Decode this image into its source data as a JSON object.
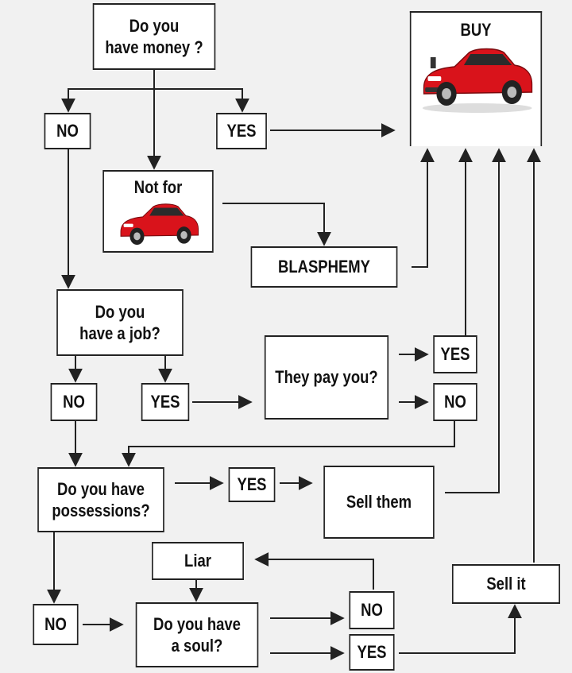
{
  "nodes": {
    "have_money": "Do you\nhave money ?",
    "buy": "BUY",
    "no_money": "NO",
    "yes_money": "YES",
    "not_for": "Not for",
    "blasphemy": "BLASPHEMY",
    "have_job": "Do you\nhave a job?",
    "no_job": "NO",
    "yes_job": "YES",
    "they_pay": "They pay you?",
    "yes_pay": "YES",
    "no_pay": "NO",
    "possessions": "Do you have\npossessions?",
    "yes_poss": "YES",
    "sell_them": "Sell them",
    "liar": "Liar",
    "no_poss": "NO",
    "soul": "Do you have\na soul?",
    "no_soul": "NO",
    "yes_soul": "YES",
    "sell_it": "Sell it"
  },
  "colors": {
    "car_body": "#d9131b",
    "car_dark": "#7a0a0e",
    "line": "#222222"
  },
  "icons": {
    "car": "red-convertible-car-image"
  }
}
